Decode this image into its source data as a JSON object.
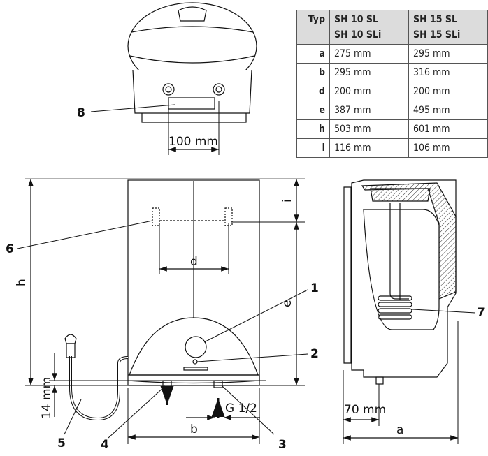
{
  "table": {
    "header": {
      "type_label": "Typ",
      "col1_line1": "SH 10 SL",
      "col1_line2": "SH 10 SLi",
      "col2_line1": "SH 15 SL",
      "col2_line2": "SH 15 SLi"
    },
    "rows": [
      {
        "key": "a",
        "v1": "275 mm",
        "v2": "295 mm"
      },
      {
        "key": "b",
        "v1": "295 mm",
        "v2": "316 mm"
      },
      {
        "key": "d",
        "v1": "200 mm",
        "v2": "200 mm"
      },
      {
        "key": "e",
        "v1": "387 mm",
        "v2": "495 mm"
      },
      {
        "key": "h",
        "v1": "503 mm",
        "v2": "601 mm"
      },
      {
        "key": "i",
        "v1": "116 mm",
        "v2": "106 mm"
      }
    ]
  },
  "top_view": {
    "spacing_label": "100 mm",
    "callout_8": "8"
  },
  "front_view": {
    "dim_h": "h",
    "dim_i": "i",
    "dim_e": "e",
    "dim_d": "d",
    "dim_b": "b",
    "dim_14": "14 mm",
    "thread_label": "G 1/2",
    "callouts": [
      "1",
      "2",
      "3",
      "4",
      "5",
      "6"
    ]
  },
  "side_view": {
    "dim_a": "a",
    "dim_70": "70 mm",
    "callout_7": "7"
  },
  "colors": {
    "line": "#111111",
    "table_header_bg": "#dcdcdc"
  }
}
